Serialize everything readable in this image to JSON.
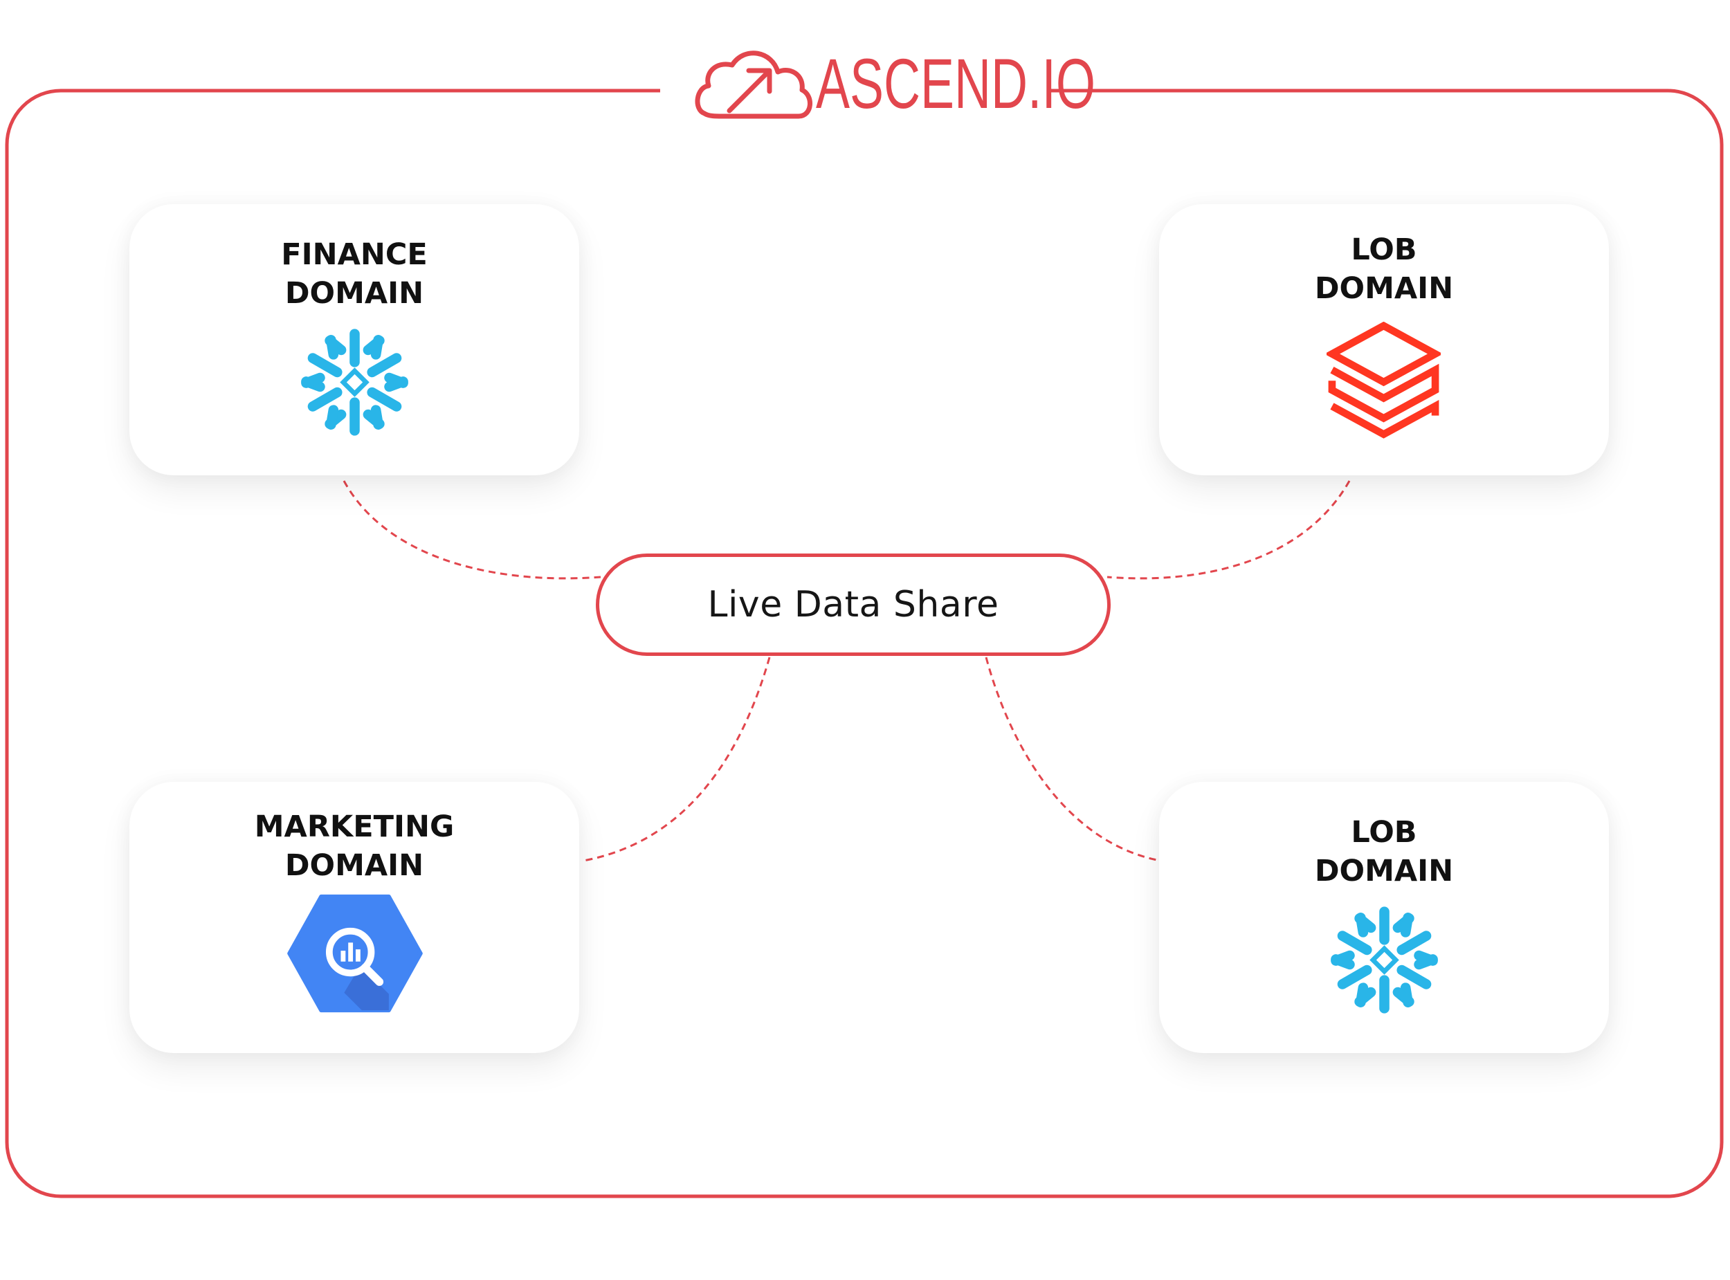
{
  "brand": {
    "name": "ASCEND.IO",
    "icon": "cloud-arrow-icon",
    "color": "#e2464d"
  },
  "hub": {
    "label": "Live Data Share"
  },
  "domains": [
    {
      "title_lines": [
        "FINANCE",
        "DOMAIN"
      ],
      "icon": "snowflake-icon",
      "icon_color": "#29b5e8"
    },
    {
      "title_lines": [
        "LOB",
        "DOMAIN"
      ],
      "icon": "databricks-icon",
      "icon_color": "#ff3621"
    },
    {
      "title_lines": [
        "MARKETING",
        "DOMAIN"
      ],
      "icon": "bigquery-icon",
      "icon_color": "#4285f4"
    },
    {
      "title_lines": [
        "LOB",
        "DOMAIN"
      ],
      "icon": "snowflake-icon",
      "icon_color": "#29b5e8"
    }
  ],
  "colors": {
    "accent": "#e2464d",
    "text": "#111111"
  }
}
